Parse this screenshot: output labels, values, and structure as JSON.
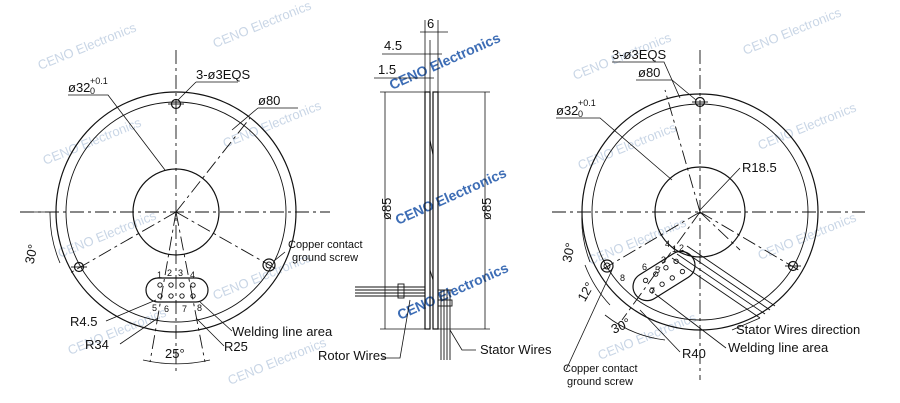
{
  "left_view": {
    "dia_bore": "ø32",
    "dia_bore_tol_upper": "+0.1",
    "dia_bore_tol_lower": "0",
    "holes": "3-ø3EQS",
    "dia_outer": "ø80",
    "angle_30": "30°",
    "ground_screw_line1": "Copper contact",
    "ground_screw_line2": "ground screw",
    "r_small": "R4.5",
    "welding": "Welding line area",
    "r34": "R34",
    "r25": "R25",
    "angle_25": "25°",
    "pins": [
      "1",
      "2",
      "3",
      "4",
      "5",
      "6",
      "7",
      "8"
    ]
  },
  "side_view": {
    "dim_6": "6",
    "dim_45": "4.5",
    "dim_15": "1.5",
    "dia_left": "ø85",
    "dia_right": "ø85",
    "rotor_wires": "Rotor Wires",
    "stator_wires": "Stator Wires"
  },
  "right_view": {
    "holes": "3-ø3EQS",
    "dia_outer": "ø80",
    "dia_bore": "ø32",
    "dia_bore_tol_upper": "+0.1",
    "dia_bore_tol_lower": "0",
    "r18": "R18.5",
    "angle_30": "30°",
    "angle_12": "12°",
    "angle_30b": "30°",
    "stator_dir": "Stator Wires direction",
    "welding": "Welding line area",
    "r40": "R40",
    "ground_screw_line1": "Copper contact",
    "ground_screw_line2": "ground screw",
    "pins": [
      "1",
      "2",
      "3",
      "4",
      "5",
      "6",
      "7",
      "8"
    ]
  },
  "watermark": "CENO Electronics"
}
